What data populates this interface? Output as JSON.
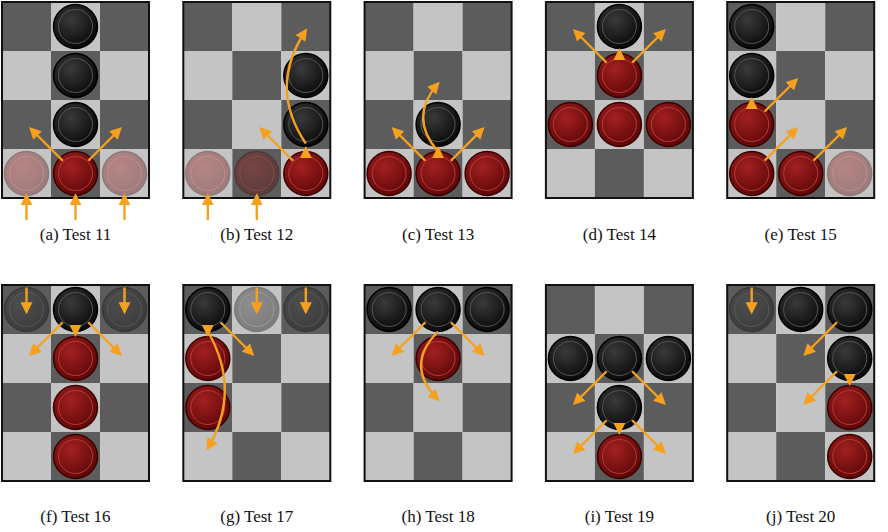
{
  "diagram": {
    "labels": [
      "(a) Test 11",
      "(b) Test 12",
      "(c) Test 13",
      "(d) Test 14",
      "(e) Test 15",
      "(f) Test 16",
      "(g) Test 17",
      "(h) Test 18",
      "(i) Test 19",
      "(j) Test 20"
    ]
  }
}
